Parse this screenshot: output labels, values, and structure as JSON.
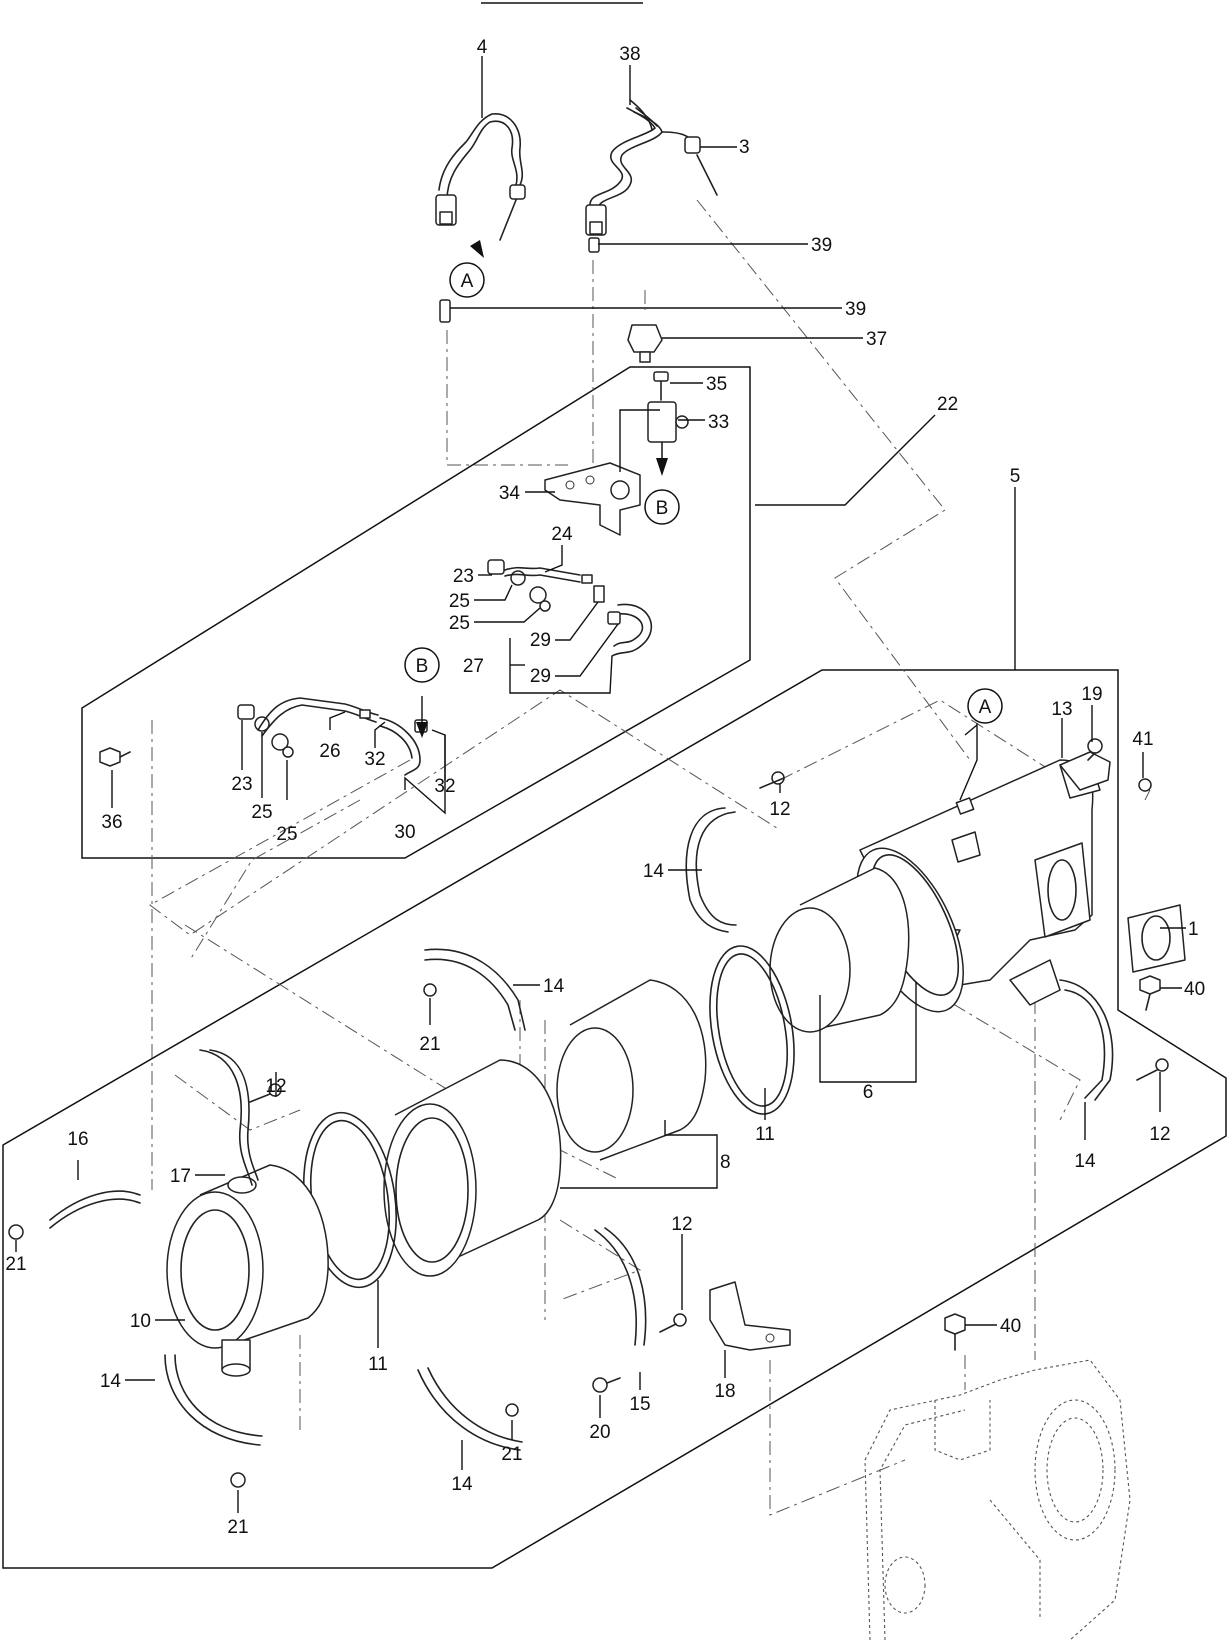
{
  "callouts": {
    "c1": "1",
    "c3": "3",
    "c4": "4",
    "c5": "5",
    "c6": "6",
    "c8": "8",
    "c10": "10",
    "c11a": "11",
    "c11b": "11",
    "c12a": "12",
    "c12b": "12",
    "c12c": "12",
    "c12d": "12",
    "c13": "13",
    "c14a": "14",
    "c14b": "14",
    "c14c": "14",
    "c14d": "14",
    "c14e": "14",
    "c15": "15",
    "c16": "16",
    "c17": "17",
    "c18": "18",
    "c19": "19",
    "c20": "20",
    "c21a": "21",
    "c21b": "21",
    "c21c": "21",
    "c21d": "21",
    "c22": "22",
    "c23a": "23",
    "c23b": "23",
    "c24": "24",
    "c25a": "25",
    "c25b": "25",
    "c25c": "25",
    "c25d": "25",
    "c26": "26",
    "c27": "27",
    "c29a": "29",
    "c29b": "29",
    "c30": "30",
    "c32a": "32",
    "c32b": "32",
    "c33": "33",
    "c34": "34",
    "c35": "35",
    "c36": "36",
    "c37": "37",
    "c38": "38",
    "c39a": "39",
    "c39b": "39",
    "c40a": "40",
    "c40b": "40",
    "c41": "41"
  },
  "markers": {
    "a_top": "A",
    "a_right": "A",
    "b_sensor": "B",
    "b_hose": "B"
  }
}
